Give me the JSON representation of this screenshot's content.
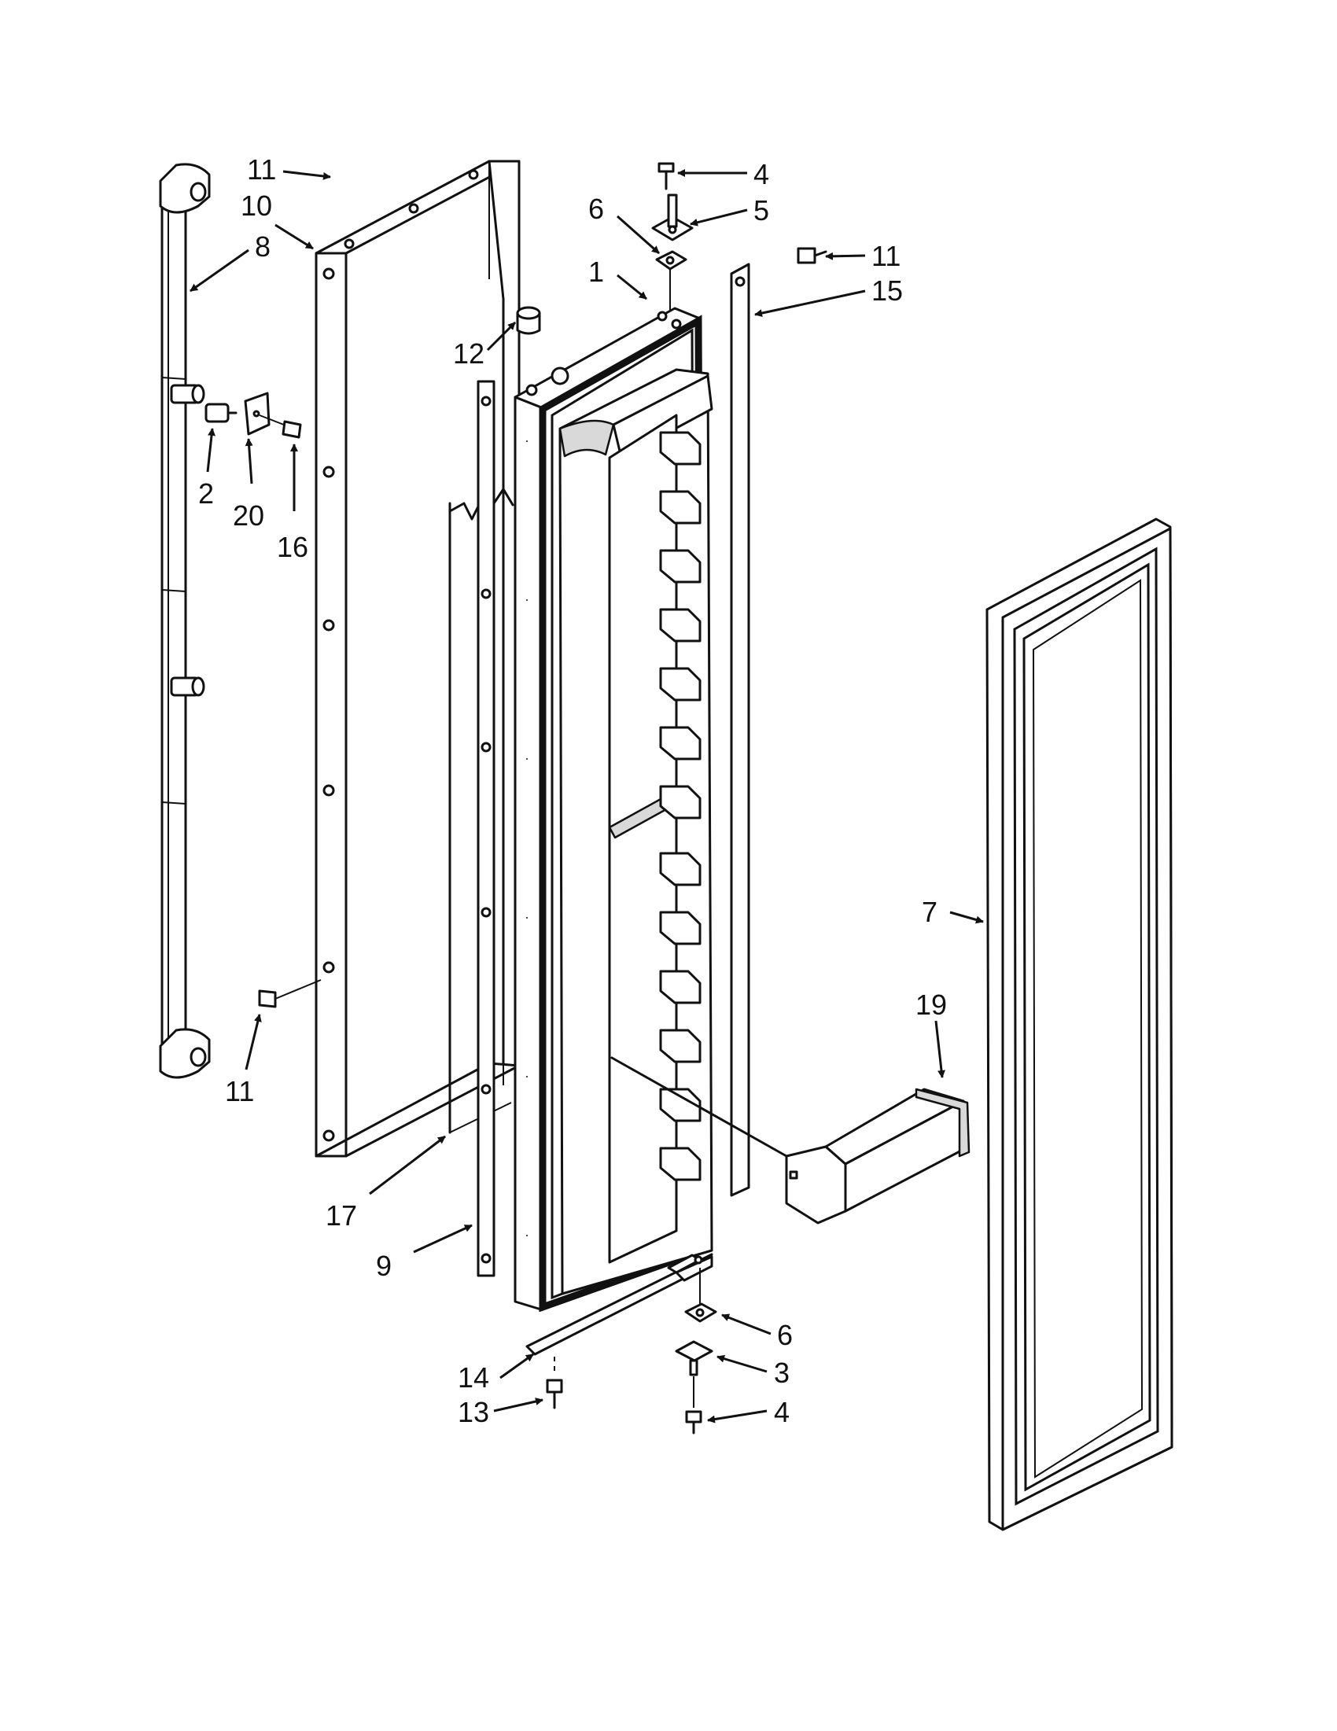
{
  "callouts": [
    {
      "id": "c11a",
      "text": "11"
    },
    {
      "id": "c10",
      "text": "10"
    },
    {
      "id": "c8",
      "text": "8"
    },
    {
      "id": "c4a",
      "text": "4"
    },
    {
      "id": "c5",
      "text": "5"
    },
    {
      "id": "c6a",
      "text": "6"
    },
    {
      "id": "c1",
      "text": "1"
    },
    {
      "id": "c11b",
      "text": "11"
    },
    {
      "id": "c15",
      "text": "15"
    },
    {
      "id": "c12",
      "text": "12"
    },
    {
      "id": "c2",
      "text": "2"
    },
    {
      "id": "c20",
      "text": "20"
    },
    {
      "id": "c16",
      "text": "16"
    },
    {
      "id": "c7",
      "text": "7"
    },
    {
      "id": "c19",
      "text": "19"
    },
    {
      "id": "c11c",
      "text": "11"
    },
    {
      "id": "c17",
      "text": "17"
    },
    {
      "id": "c9",
      "text": "9"
    },
    {
      "id": "c6b",
      "text": "6"
    },
    {
      "id": "c3",
      "text": "3"
    },
    {
      "id": "c14",
      "text": "14"
    },
    {
      "id": "c13",
      "text": "13"
    },
    {
      "id": "c4b",
      "text": "4"
    }
  ]
}
